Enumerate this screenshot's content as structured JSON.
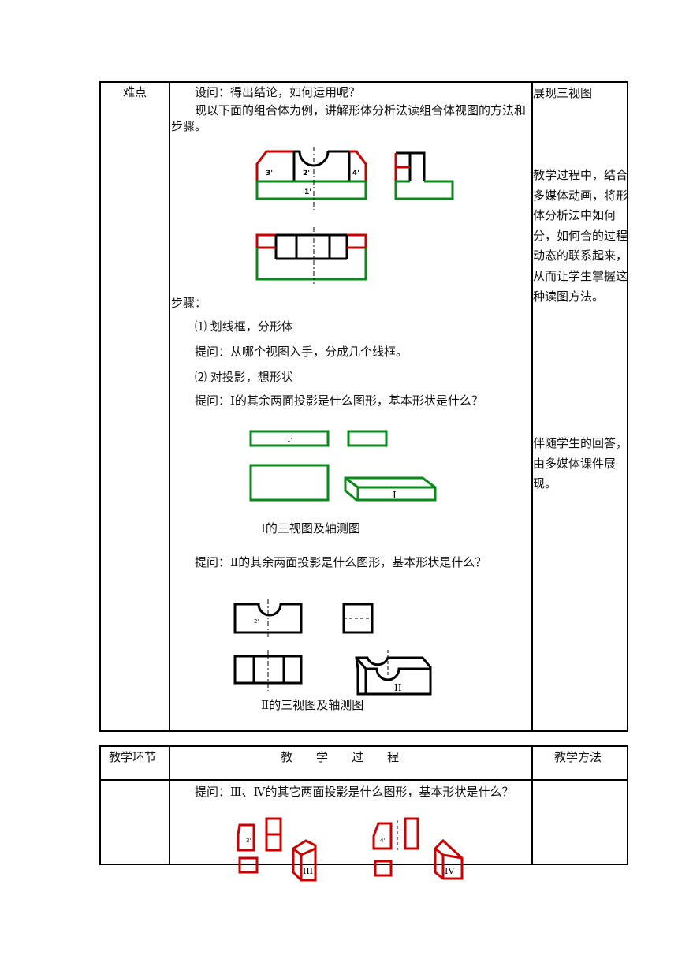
{
  "table1": {
    "col1_label": "难点",
    "para1": "设问：得出结论，如何运用呢？",
    "para2": "现以下面的组合体为例，讲解形体分析法读组合体视图的方法和步骤。",
    "steps_title": "步骤：",
    "step1": "⑴ 划线框，分形体",
    "question1": "提问：从哪个视图入手，分成几个线框。",
    "step2": "⑵ 对投影，想形状",
    "question2": "提问：Ⅰ的其余两面投影是什么图形，基本形状是什么？",
    "caption1": "Ⅰ的三视图及轴测图",
    "question3": "提问：Ⅱ的其余两面投影是什么图形，基本形状是什么？",
    "caption2": "Ⅱ的三视图及轴测图",
    "right_note1": "展现三视图",
    "right_note2": "教学过程中，结合多媒体动画，将形体分析法中如何分，如何合的过程动态的联系起来，从而让学生掌握这种读图方法。",
    "right_note3": "伴随学生的回答，由多媒体课件展现。",
    "figure_labels": {
      "part3": "3'",
      "part2": "2'",
      "part4": "4'",
      "part1": "1'",
      "part1_small": "1'",
      "roman1": "I",
      "part2_small": "2'",
      "roman2": "II",
      "part3_small": "3'",
      "roman3": "III",
      "part4_small": "4'",
      "roman4": "IV"
    }
  },
  "table2": {
    "header_col1": "教学环节",
    "header_col2": "教　　学　　过　　程",
    "header_col3": "教学方法",
    "question4": "提问：Ⅲ、Ⅳ的其它两面投影是什么图形，基本形状是什么？"
  }
}
